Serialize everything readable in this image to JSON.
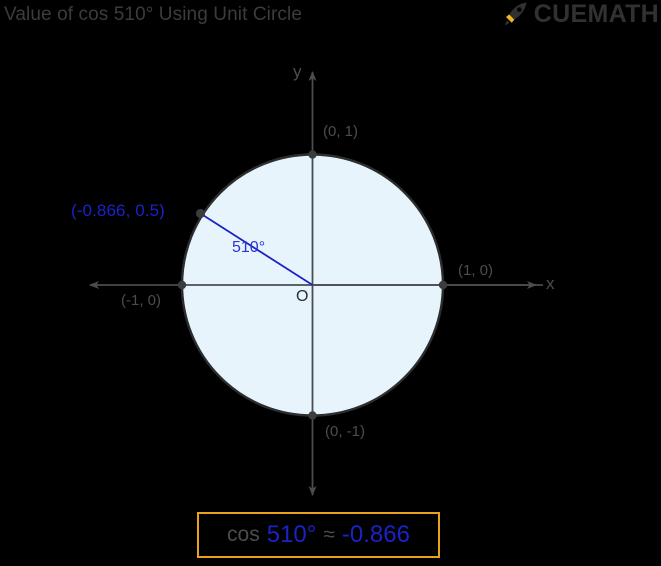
{
  "header": {
    "title": "Value of cos 510° Using Unit Circle",
    "brand_name": "CUEMATH",
    "brand_icon": "rocket-icon",
    "title_color": "#3a3c3e",
    "brand_color": "#2f3133",
    "rocket_accent_color": "#f5b324"
  },
  "diagram": {
    "axis_labels": {
      "x": "x",
      "y": "y",
      "origin": "O"
    },
    "circle_points": [
      {
        "label": "(0, 1)",
        "x": 0,
        "y": 1
      },
      {
        "label": "(1, 0)",
        "x": 1,
        "y": 0
      },
      {
        "label": "(0, -1)",
        "x": 0,
        "y": -1
      },
      {
        "label": "(-1, 0)",
        "x": -1,
        "y": 0
      }
    ],
    "terminal_point_label": "(-0.866, 0.5)",
    "angle_label": "510°",
    "colors": {
      "circle_fill": "#e8f4fc",
      "circle_stroke": "#2b2d2f",
      "axis": "#4a4d50",
      "radius_line": "#1a22c8",
      "point_marker": "#3a3c3e",
      "label_text": "#4a4d50",
      "blue_text": "#1a22c8"
    }
  },
  "answer": {
    "function": "cos",
    "angle": "510°",
    "operator": "≈",
    "value": "-0.866",
    "border_color": "#e8a21d"
  }
}
